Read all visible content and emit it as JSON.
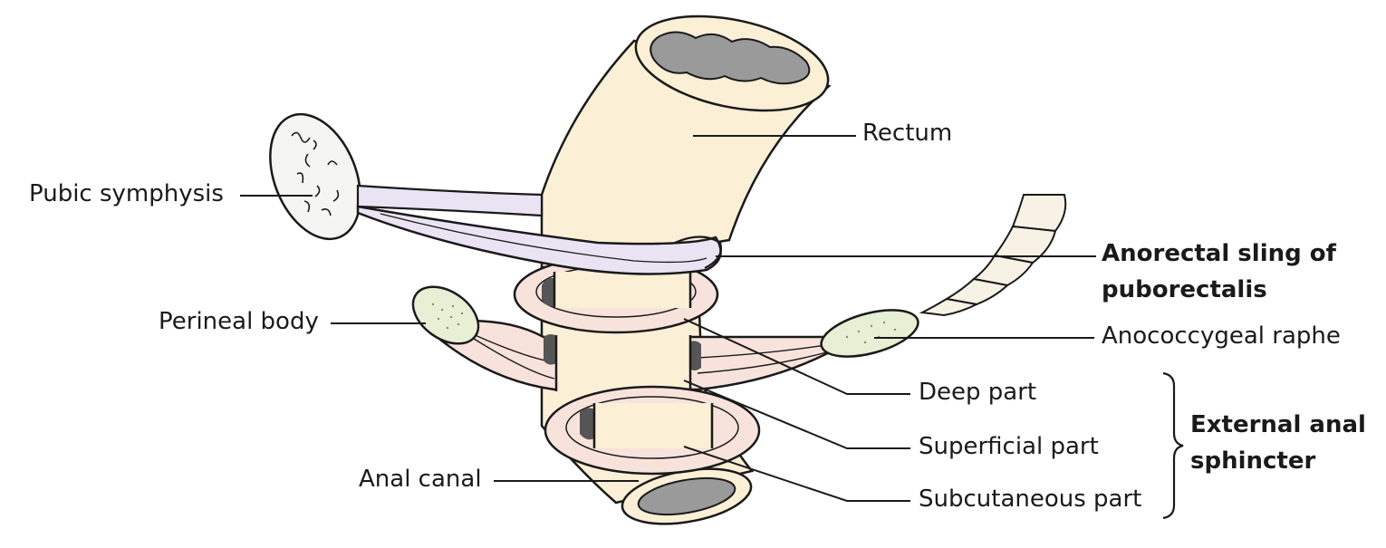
{
  "labels": {
    "rectum": "Rectum",
    "pubic_symphysis": "Pubic symphysis",
    "anorectal_sling_line1": "Anorectal sling of",
    "anorectal_sling_line2": "puborectalis",
    "perineal_body": "Perineal body",
    "anococcygeal_raphe": "Anococcygeal raphe",
    "deep_part": "Deep part",
    "superficial_part": "Superficial part",
    "subcutaneous_part": "Subcutaneous part",
    "anal_canal": "Anal canal",
    "external_anal_sphincter_line1": "External anal",
    "external_anal_sphincter_line2": "sphincter"
  },
  "colors": {
    "tube_fill": "#fbefd6",
    "tube_stroke": "#1a1a1a",
    "lumen": "#9a9a9a",
    "sling_fill": "#e9e3f3",
    "sphincter_fill": "#f8e3dc",
    "body_fill": "#e7efd4",
    "bone_fill": "#f5f5f2"
  }
}
